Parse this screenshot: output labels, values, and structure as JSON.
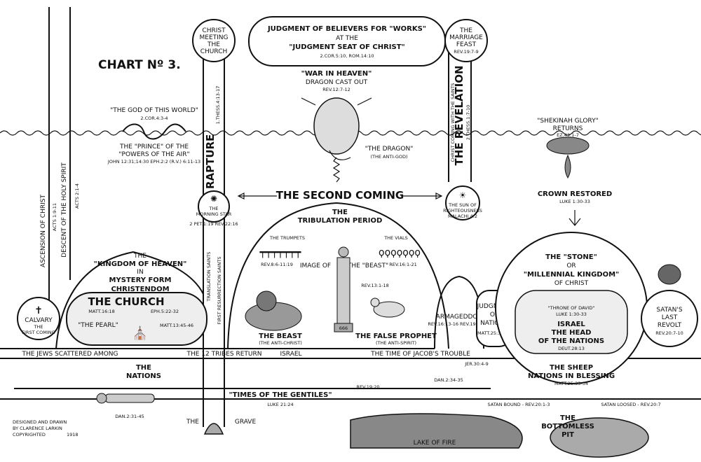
{
  "chart_title": "CHART Nº 3.",
  "top_box": {
    "line1": "JUDGMENT OF BELIEVERS FOR \"WORKS\"",
    "line2": "AT THE",
    "line3": "\"JUDGMENT SEAT OF CHRIST\"",
    "ref": "2.COR.5:10, ROM.14:10"
  },
  "christ_meeting": [
    "CHRIST",
    "MEETING",
    "THE",
    "CHURCH"
  ],
  "marriage_feast": [
    "THE",
    "MARRIAGE",
    "FEAST"
  ],
  "marriage_ref": "REV.19:7-9",
  "war_in_heaven": "\"WAR IN HEAVEN\"",
  "dragon_cast_out": "DRAGON CAST OUT",
  "war_ref": "REV.12:7-12",
  "the_dragon": "\"THE DRAGON\"",
  "anti_god": "(THE ANTI-GOD)",
  "god_of_world": "\"THE GOD OF THIS WORLD\"",
  "god_ref": "2.COR.4:3-4",
  "prince_line1": "THE \"PRINCE\" OF THE",
  "prince_line2": "\"POWERS OF THE AIR\"",
  "prince_ref": "JOHN 12:31;14:30 EPH.2:2 (R.V.) 6:11-13",
  "rapture": "THE RAPTURE",
  "rapture_ref": "1.THESS.4:13-17",
  "revelation": "THE REVELATION",
  "revelation_ref": "2.THESS.1:7-10",
  "christ_coming": "CHRIST COMING WITH THE SAINTS",
  "shekinah": "\"SHEKINAH GLORY\"",
  "shekinah_returns": "RETURNS",
  "shekinah_ref": "EZ.43:1-7",
  "crown_restored": "CROWN RESTORED",
  "crown_ref": "LUKE 1:30-33",
  "second_coming": "THE SECOND COMING",
  "morning_star": [
    "THE",
    "MORNING STAR"
  ],
  "morning_ref": "2 PET.1:19 REV.22:16",
  "sun_of_righteousness": [
    "THE SUN OF",
    "RIGHTEOUSNESS"
  ],
  "sun_ref": "MALACHI 4:2",
  "tribulation": [
    "THE",
    "TRIBULATION PERIOD"
  ],
  "trumpets": "THE TRUMPETS",
  "vials": "THE VIALS",
  "trumpet_ref": "REV.8:6-11:19",
  "vial_ref": "REV.16:1-21",
  "image_of": "IMAGE OF",
  "the_beast_q": "THE \"BEAST\"",
  "beast_ref": "REV.13:1-18",
  "the_beast": "THE BEAST",
  "anti_christ": "(THE ANTI-CHRIST)",
  "false_prophet": "THE FALSE PROPHET",
  "anti_spirit": "(THE ANTI-SPIRIT)",
  "number_666": "666",
  "armageddon": "ARMAGEDDON",
  "armageddon_ref": "REV.16:13-16 REV.19:17-21",
  "judgment_nations": [
    "JUDGMENT",
    "OF",
    "NATIONS"
  ],
  "judgment_ref": "MATT.25:31-46",
  "kingdom_heaven": [
    "THE",
    "\"KINGDOM OF HEAVEN\"",
    "IN",
    "MYSTERY FORM",
    "CHRISTENDOM"
  ],
  "the_church": "THE CHURCH",
  "church_ref1": "MATT.16:18",
  "church_ref2": "EPH.5:22-32",
  "the_pearl": "\"THE PEARL\"",
  "pearl_ref": "MATT.13:45-46",
  "calvary": [
    "CALVARY",
    "THE",
    "FIRST COMING"
  ],
  "ascension": "ASCENSION OF CHRIST",
  "ascension_ref": "ACTS 1:9-11",
  "descent": "DESCENT OF THE HOLY SPIRIT",
  "descent_ref": "ACTS 2:1-4",
  "translation_saints": "TRANSLATION SAINTS",
  "first_resurrection": "FIRST RESURRECTION SAINTS",
  "stone_kingdom": [
    "THE \"STONE\"",
    "OR",
    "\"MILLENNIAL KINGDOM\"",
    "OF CHRIST"
  ],
  "throne_david": "\"THRONE OF DAVID\"",
  "throne_ref": "LUKE 1:30-33",
  "israel_head": [
    "ISRAEL",
    "THE HEAD",
    "OF THE NATIONS"
  ],
  "israel_ref": "DEUT.28:13",
  "sheep_nations": [
    "THE SHEEP",
    "NATIONS IN BLESSING"
  ],
  "sheep_ref": "MATT.25:33-34",
  "satans_revolt": [
    "SATAN'S",
    "LAST",
    "REVOLT"
  ],
  "revolt_ref": "REV.20:7-10",
  "jews_scattered": "THE JEWS SCATTERED AMONG",
  "tribes_return": "THE 12 TRIBES RETURN",
  "israel": "ISRAEL",
  "the_nations": [
    "THE",
    "NATIONS"
  ],
  "jacobs_trouble": "THE TIME OF JACOB'S TROUBLE",
  "jacob_ref": "JER.30:4-9",
  "times_gentiles": "\"TIMES OF THE GENTILES\"",
  "gentiles_ref": "LUKE 21:24",
  "dan_ref1": "DAN.2:31-45",
  "dan_ref2": "DAN.2:34-35",
  "rev_19_20": "REV.19:20",
  "satan_bound": "SATAN BOUND - REV.20:1-3",
  "satan_loosed": "SATAN LOOSED - REV.20:7",
  "the_grave": [
    "THE",
    "GRAVE"
  ],
  "lake_of_fire": "LAKE OF FIRE",
  "bottomless_pit": [
    "THE",
    "BOTTOMLESS",
    "PIT"
  ],
  "credit": [
    "DESIGNED AND DRAWN",
    "BY CLARENCE LARKIN",
    "COPYRIGHTED",
    "1918"
  ]
}
